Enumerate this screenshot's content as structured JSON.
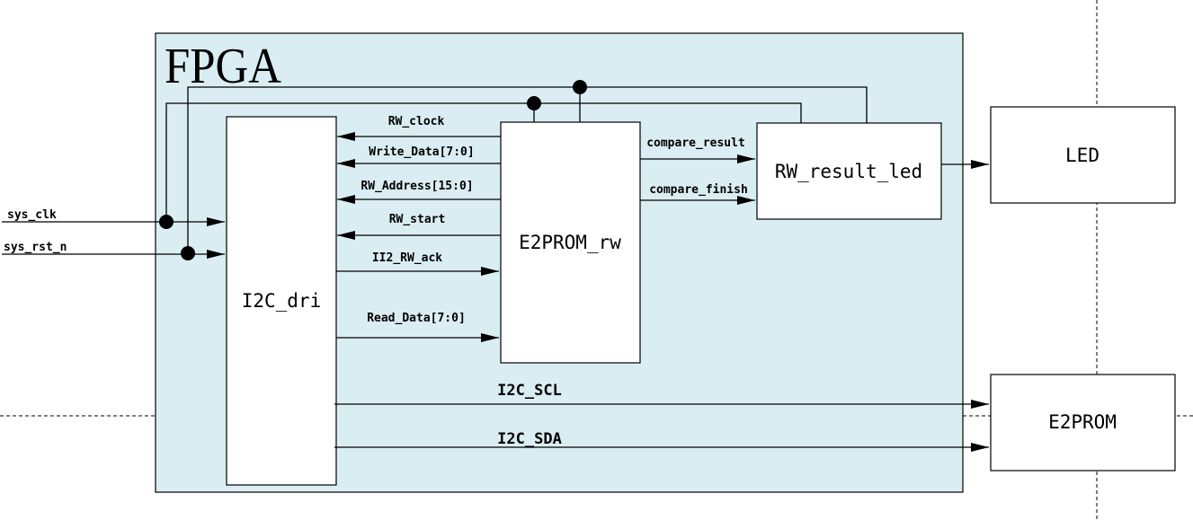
{
  "fpga_title": "FPGA",
  "blocks": {
    "i2c_dri": "I2C_dri",
    "e2prom_rw": "E2PROM_rw",
    "rw_result_led": "RW_result_led",
    "led": "LED",
    "e2prom": "E2PROM"
  },
  "inputs": {
    "clk": "sys_clk",
    "rst": "sys_rst_n"
  },
  "signals": {
    "rw_clock": "RW_clock",
    "write_data": "Write_Data[7:0]",
    "rw_address": "RW_Address[15:0]",
    "rw_start": "RW_start",
    "rw_ack": "II2_RW_ack",
    "read_data": "Read_Data[7:0]",
    "compare_result": "compare_result",
    "compare_finish": "compare_finish",
    "i2c_scl": "I2C_SCL",
    "i2c_sda": "I2C_SDA"
  },
  "colors": {
    "fpga_fill": "#daedf3",
    "stroke": "#000000",
    "block_fill": "#ffffff"
  }
}
